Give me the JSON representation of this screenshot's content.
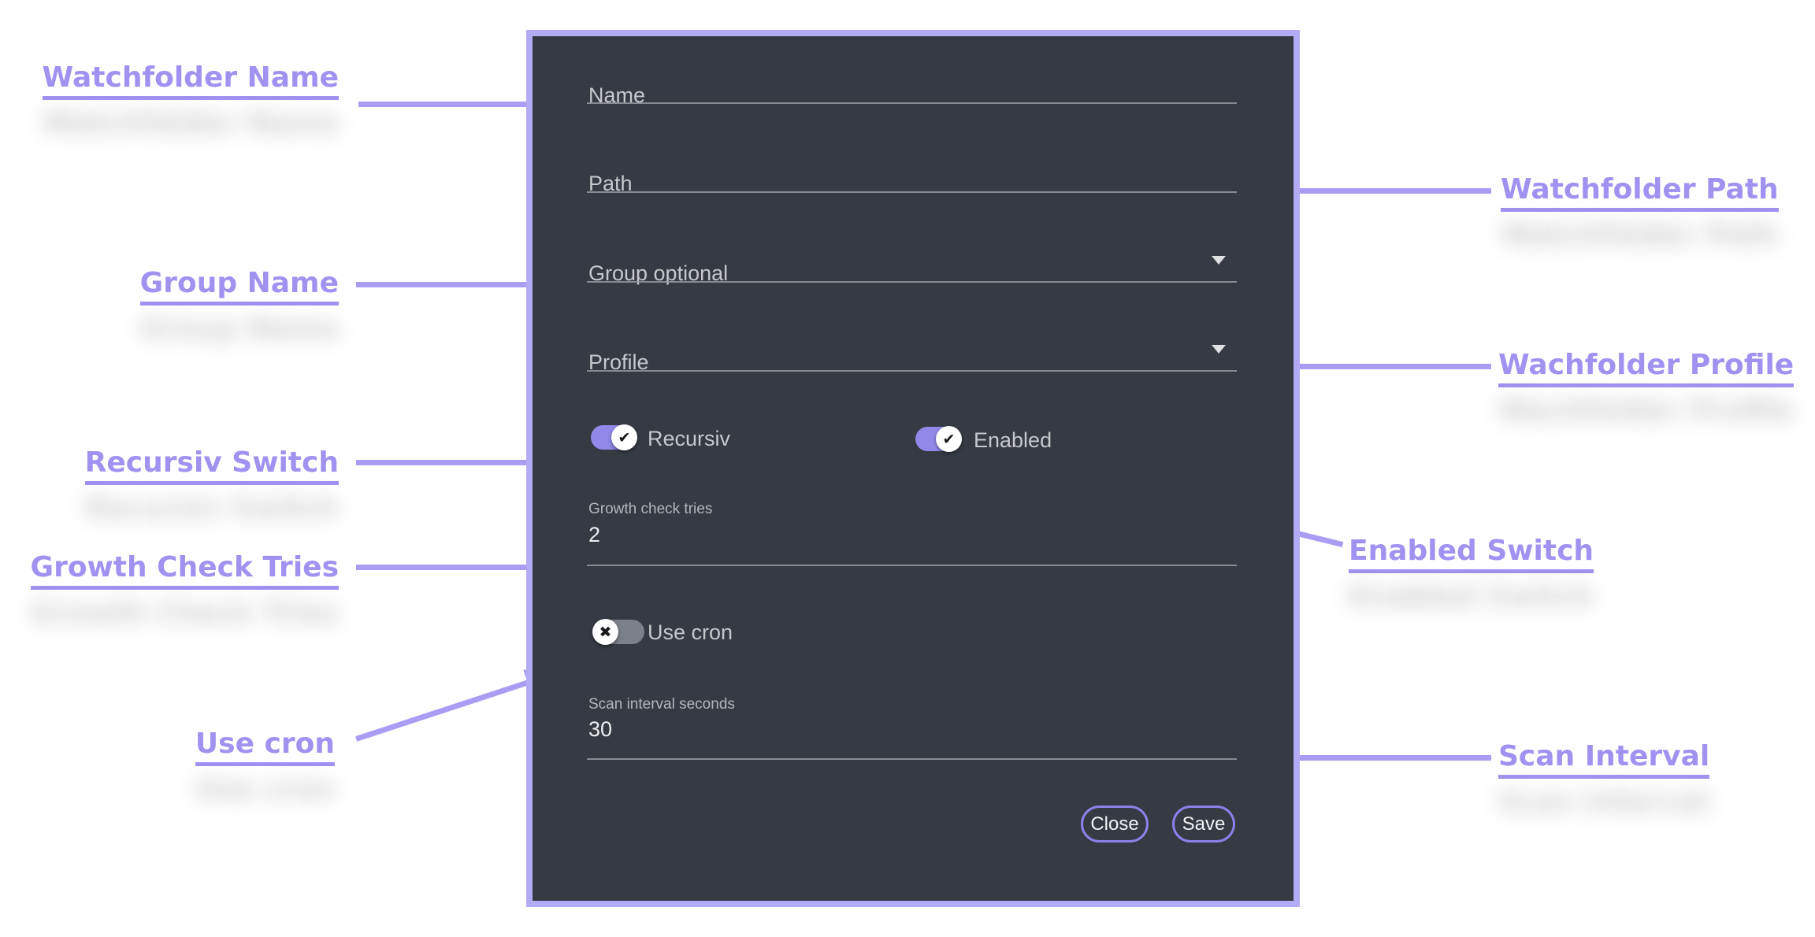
{
  "annotations": {
    "watchfolder_name": {
      "label": "Watchfolder Name"
    },
    "watchfolder_path": {
      "label": "Watchfolder Path"
    },
    "group_name": {
      "label": "Group Name"
    },
    "wachfolder_profile": {
      "label": "Wachfolder Profile"
    },
    "recursiv_switch": {
      "label": "Recursiv Switch"
    },
    "enabled_switch": {
      "label": "Enabled Switch"
    },
    "growth_check_tries": {
      "label": "Growth Check Tries"
    },
    "use_cron": {
      "label": "Use cron"
    },
    "scan_interval": {
      "label": "Scan Interval"
    }
  },
  "dialog": {
    "fields": {
      "name": {
        "label": "Name",
        "value": ""
      },
      "path": {
        "label": "Path",
        "value": ""
      },
      "group": {
        "label": "Group optional"
      },
      "profile": {
        "label": "Profile"
      },
      "growth_check_tries": {
        "label": "Growth check tries",
        "value": "2"
      },
      "scan_interval": {
        "label": "Scan interval seconds",
        "value": "30"
      }
    },
    "switches": {
      "recursiv": {
        "label": "Recursiv",
        "state": "on",
        "glyph": "✔"
      },
      "enabled": {
        "label": "Enabled",
        "state": "on",
        "glyph": "✔"
      },
      "use_cron": {
        "label": "Use cron",
        "state": "off",
        "glyph": "✖"
      }
    },
    "buttons": {
      "close": "Close",
      "save": "Save"
    }
  },
  "colors": {
    "accent": "#9f92f0",
    "arrow": "#a89df3",
    "dialog_border": "#b3abf5",
    "dialog_bg": "#363a43",
    "switch_on": "#9188e9",
    "switch_off": "#7b8089",
    "button_border": "#8d80ea"
  }
}
